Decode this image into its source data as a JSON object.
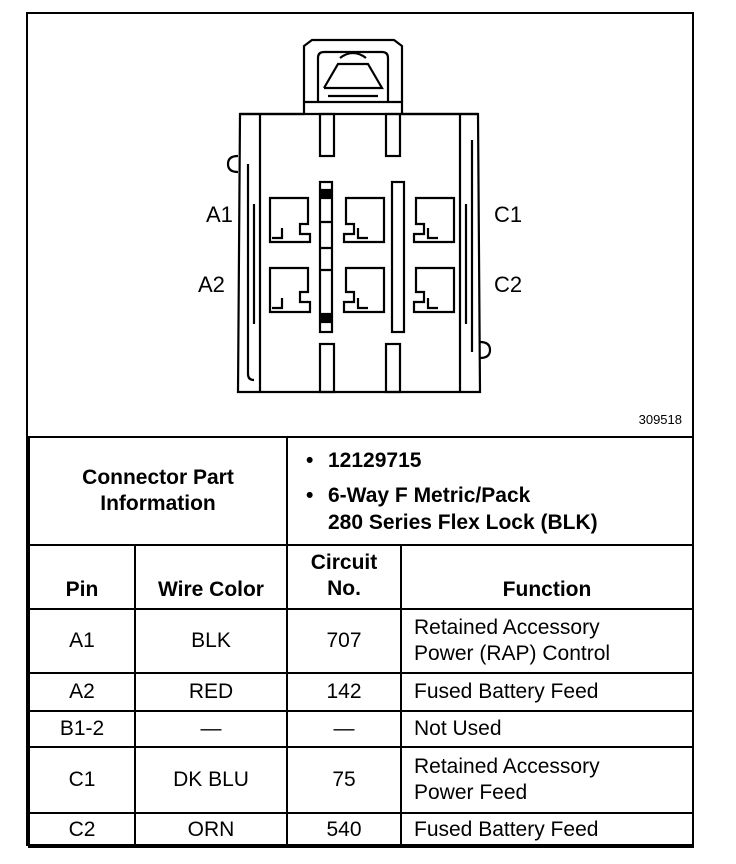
{
  "figure_number": "309518",
  "pin_labels": {
    "a1": "A1",
    "a2": "A2",
    "c1": "C1",
    "c2": "C2"
  },
  "connector_info": {
    "label_line1": "Connector Part",
    "label_line2": "Information",
    "part_number": "12129715",
    "desc_line1": "6-Way F Metric/Pack",
    "desc_line2": "280 Series Flex Lock (BLK)"
  },
  "headers": {
    "pin": "Pin",
    "wire_color": "Wire Color",
    "circuit_line1": "Circuit",
    "circuit_line2": "No.",
    "function": "Function"
  },
  "rows": [
    {
      "pin": "A1",
      "wire_color": "BLK",
      "circuit": "707",
      "function_line1": "Retained Accessory",
      "function_line2": "Power (RAP) Control"
    },
    {
      "pin": "A2",
      "wire_color": "RED",
      "circuit": "142",
      "function_line1": "Fused Battery Feed",
      "function_line2": ""
    },
    {
      "pin": "B1-2",
      "wire_color": "—",
      "circuit": "—",
      "function_line1": "Not Used",
      "function_line2": ""
    },
    {
      "pin": "C1",
      "wire_color": "DK BLU",
      "circuit": "75",
      "function_line1": "Retained Accessory",
      "function_line2": "Power Feed"
    },
    {
      "pin": "C2",
      "wire_color": "ORN",
      "circuit": "540",
      "function_line1": "Fused Battery Feed",
      "function_line2": ""
    }
  ]
}
